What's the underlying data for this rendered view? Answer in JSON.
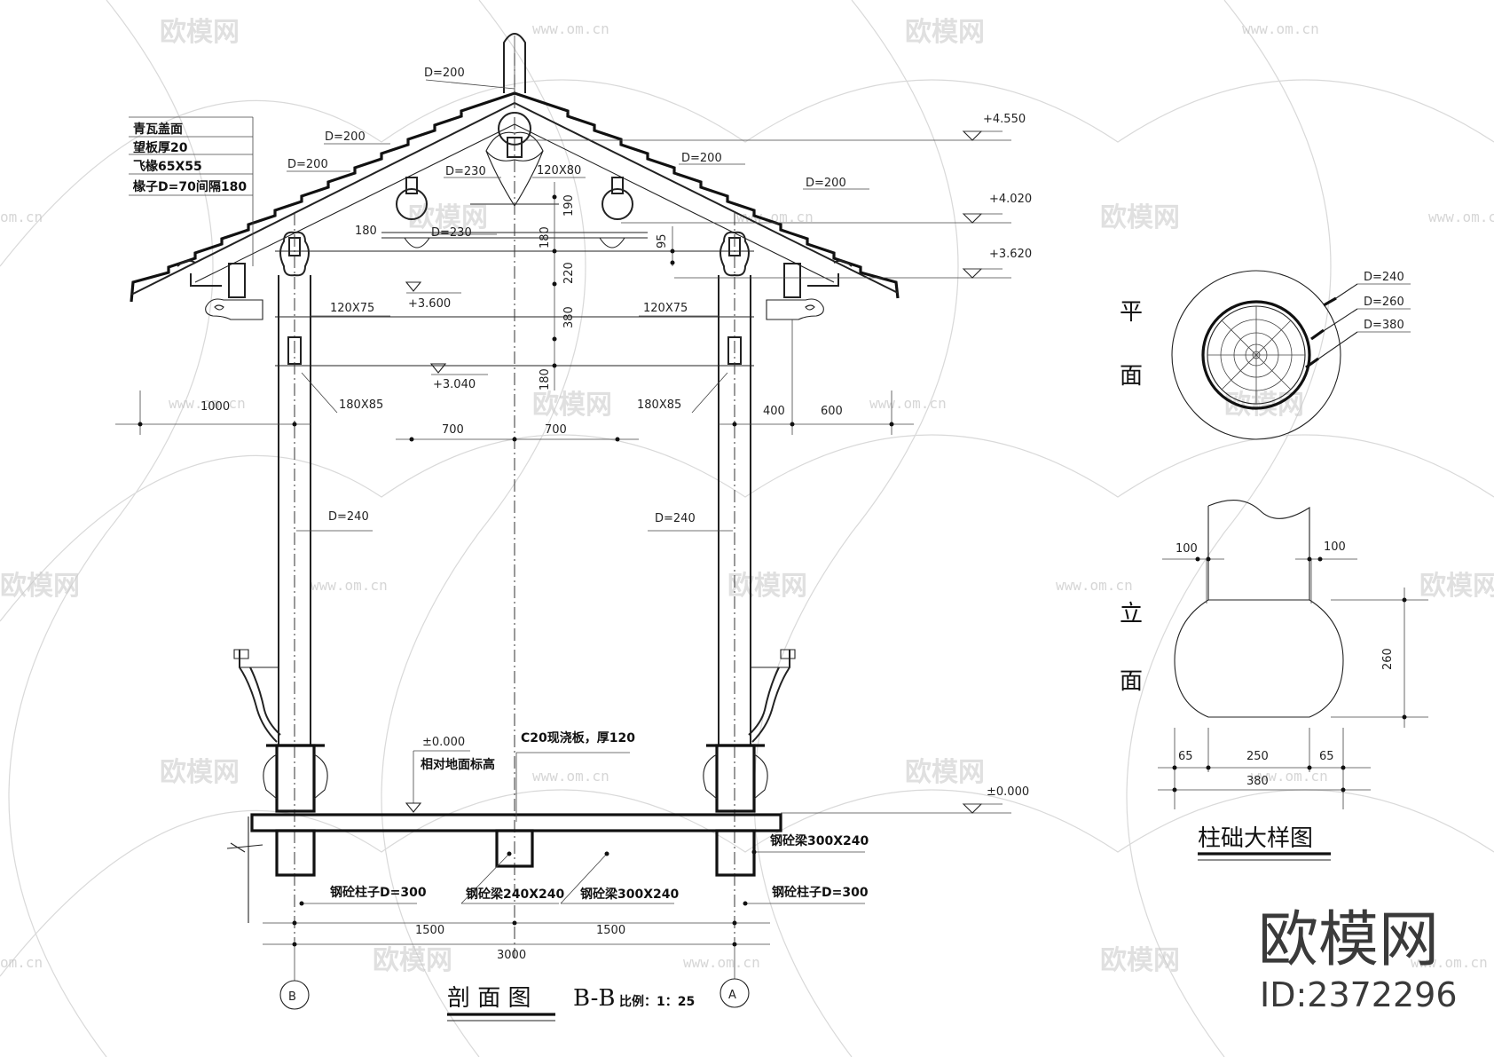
{
  "roof_dims": {
    "d200_apex": "D=200",
    "d200_left": "D=200",
    "d200_left2": "D=200",
    "d200_right": "D=200",
    "d200_right2": "D=200",
    "d230_upper": "D=230",
    "d230_lower": "D=230",
    "s120x80": "120X80",
    "s120x75_left": "120X75",
    "s120x75_right": "120X75",
    "s180x85_left": "180X85",
    "s180x85_right": "180X85",
    "d180_left": "180",
    "v190": "190",
    "v180_a": "180",
    "v220": "220",
    "v380": "380",
    "v180_b": "180",
    "v95": "95"
  },
  "material_notes": [
    "青瓦盖面",
    "望板厚20",
    "飞椽65X55",
    "椽子D=70间隔180"
  ],
  "elevations": {
    "e4550": "+4.550",
    "e4020": "+4.020",
    "e3620": "+3.620",
    "e3600": "+3.600",
    "e3040": "+3.040",
    "e0000_in": "±0.000",
    "e0000_out": "±0.000"
  },
  "ground_label": "相对地面标高",
  "slab_label": "C20现浇板，厚120",
  "horiz_dims": {
    "w1000": "1000",
    "w700a": "700",
    "w700b": "700",
    "w400": "400",
    "w600": "600",
    "w1500a": "1500",
    "w1500b": "1500",
    "w3000": "3000"
  },
  "column_labels": {
    "d240_left": "D=240",
    "d240_right": "D=240",
    "col_left": "钢砼柱子D=300",
    "col_right": "钢砼柱子D=300",
    "beam_240": "钢砼梁240X240",
    "beam_300_mid": "钢砼梁300X240",
    "beam_300_right": "钢砼梁300X240"
  },
  "axes": {
    "left": "B",
    "right": "A"
  },
  "section_title": {
    "name": "剖 面 图",
    "code": "B-B",
    "scale": "比例：1：25"
  },
  "plan_view": {
    "label_top": "平",
    "label_bottom": "面",
    "d240": "D=240",
    "d260": "D=260",
    "d380": "D=380"
  },
  "elevation_view": {
    "label_top": "立",
    "label_bottom": "面",
    "w100_left": "100",
    "w100_right": "100",
    "h260": "260",
    "w65_left": "65",
    "w250": "250",
    "w65_right": "65",
    "w380": "380"
  },
  "detail_title": "柱础大样图",
  "watermark": {
    "brand": "欧模网",
    "url": "www.om.cn",
    "url_short": "om.cn",
    "id": "ID:2372296"
  }
}
